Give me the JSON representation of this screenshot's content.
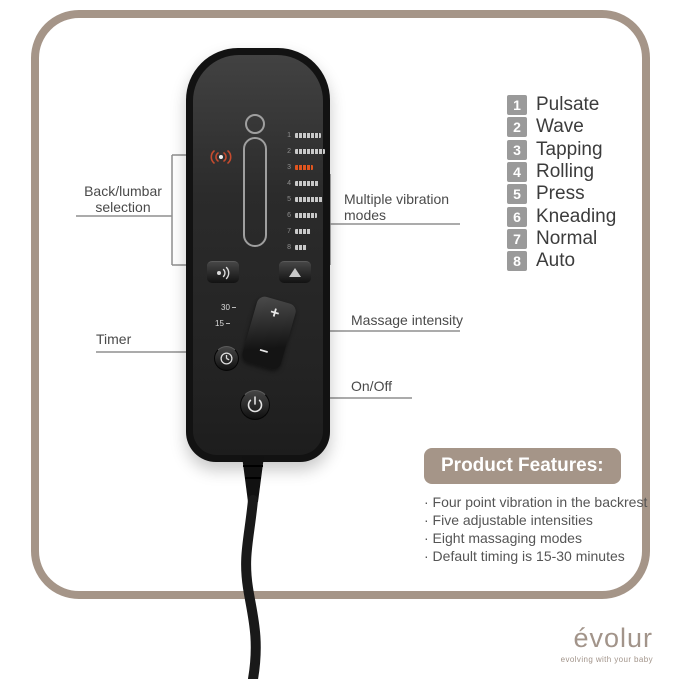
{
  "colors": {
    "taupe": "#a59588",
    "badge_gray": "#9a9a9a",
    "bar_orange": "#e0551f",
    "annotation_gray": "#8f8f8f",
    "remote_black": "#121212"
  },
  "annotations": {
    "back_lumbar": "Back/lumbar selection",
    "multiple_vibration": "Multiple vibration modes",
    "timer": "Timer",
    "massage_intensity": "Massage intensity",
    "on_off": "On/Off"
  },
  "mode_list": [
    {
      "num": "1",
      "label": "Pulsate"
    },
    {
      "num": "2",
      "label": "Wave"
    },
    {
      "num": "3",
      "label": "Tapping"
    },
    {
      "num": "4",
      "label": "Rolling"
    },
    {
      "num": "5",
      "label": "Press"
    },
    {
      "num": "6",
      "label": "Kneading"
    },
    {
      "num": "7",
      "label": "Normal"
    },
    {
      "num": "8",
      "label": "Auto"
    }
  ],
  "remote": {
    "bar_numbers": [
      "1",
      "2",
      "3",
      "4",
      "5",
      "6",
      "7",
      "8"
    ],
    "timer_marks": [
      "30",
      "15"
    ],
    "plus": "+",
    "minus": "−"
  },
  "features": {
    "title": "Product Features:",
    "items": [
      "· Four point vibration in the backrest",
      "· Five adjustable intensities",
      "· Eight massaging modes",
      "· Default timing is 15-30 minutes"
    ]
  },
  "logo": {
    "name": "évolur",
    "tagline": "evolving with your baby"
  }
}
